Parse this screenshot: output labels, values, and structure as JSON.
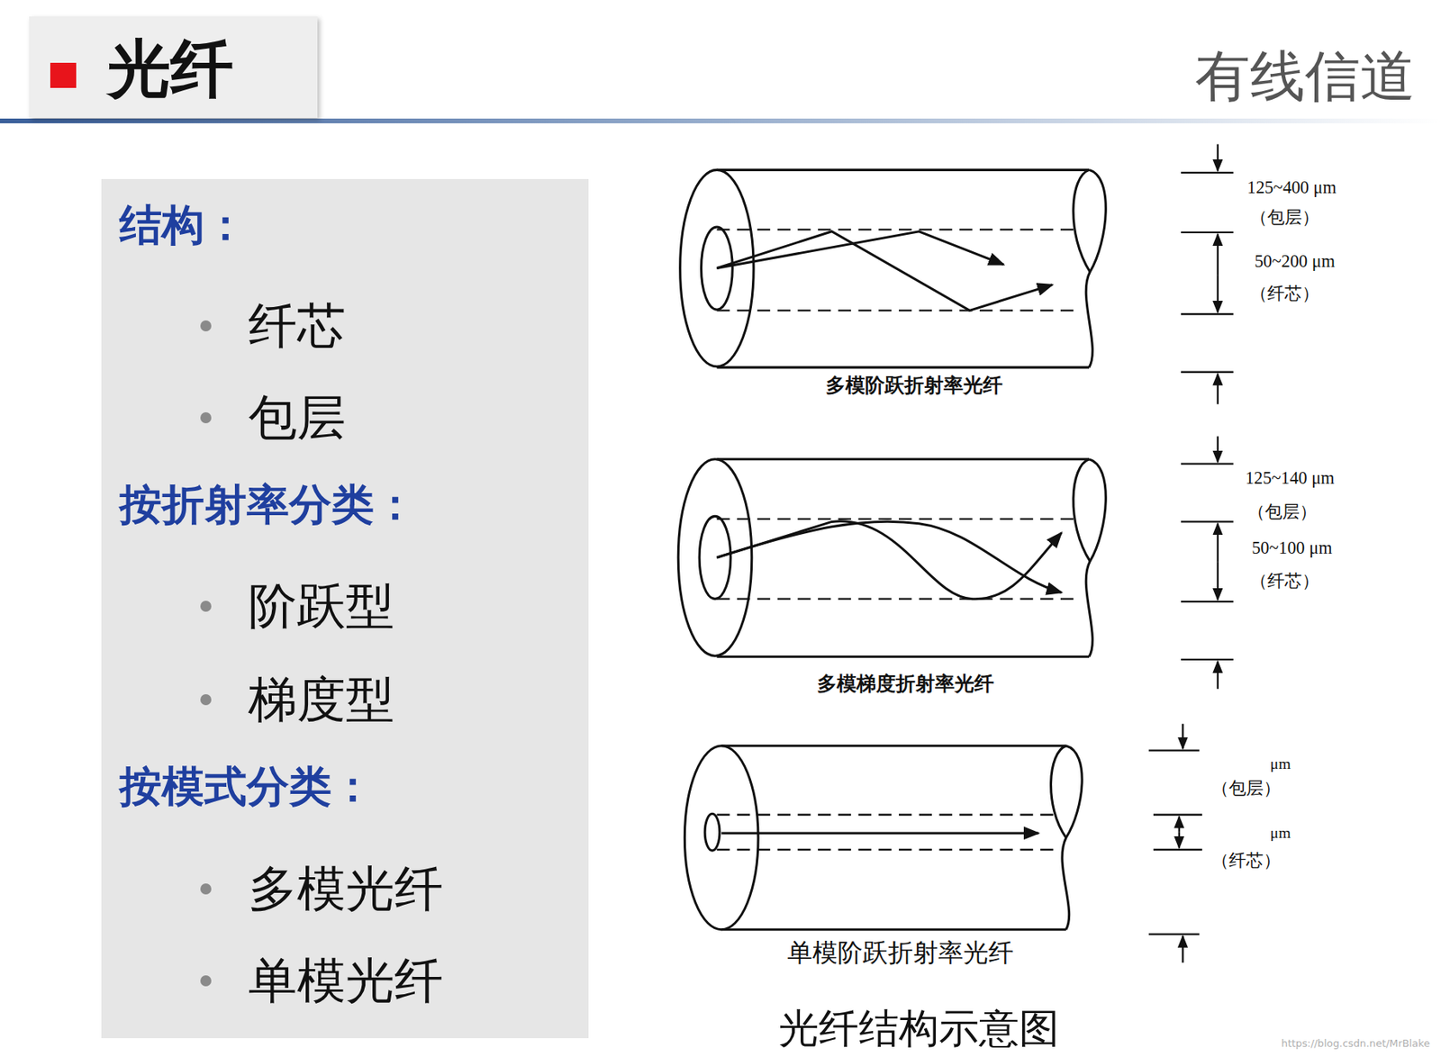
{
  "diagram": {
    "title": "光纤",
    "caption": "光纤结构示意图",
    "nodes": [
      {
        "text": [
          "结构：",
          "纤芯",
          "包层",
          "按折射率分类：",
          "阶跃型",
          "梯度型",
          "按模式分类：",
          "多模光纤",
          "单模光纤"
        ]
      }
    ],
    "labels": [
      "有线信道",
      "125~400 μm",
      "（包层）",
      "50~200 μm",
      "（纤芯）",
      "多模阶跃折射率光纤",
      "125~140 μm",
      "（包层）",
      "50~100 μm",
      "（纤芯）",
      "多模梯度折射率光纤",
      "μm",
      "（包层）",
      "μm",
      "（纤芯）",
      "单模阶跃折射率光纤",
      "https://blog.csdn.net/MrBlake"
    ]
  }
}
